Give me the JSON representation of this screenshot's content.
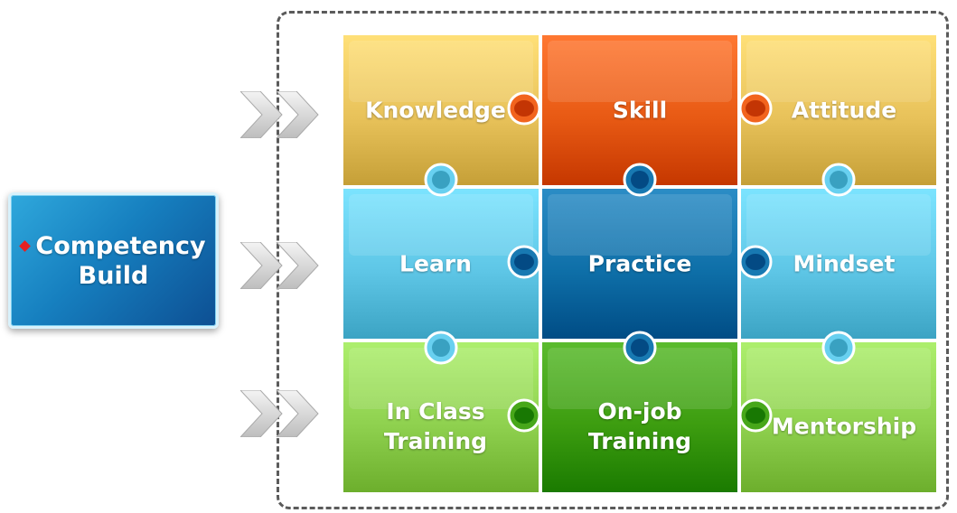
{
  "competency": {
    "line1": "Competency",
    "line2": "Build"
  },
  "arrows": [
    "chevron-arrow-icon",
    "chevron-arrow-icon",
    "chevron-arrow-icon"
  ],
  "grid": {
    "rows": [
      {
        "name": "top",
        "cells": [
          {
            "lines": [
              "Knowledge"
            ],
            "color": "#e8c25a"
          },
          {
            "lines": [
              "Skill"
            ],
            "color": "#e85a14"
          },
          {
            "lines": [
              "Attitude"
            ],
            "color": "#e8c25a"
          }
        ]
      },
      {
        "name": "middle",
        "cells": [
          {
            "lines": [
              "Learn"
            ],
            "color": "#5ec6e6"
          },
          {
            "lines": [
              "Practice"
            ],
            "color": "#0e6fa8"
          },
          {
            "lines": [
              "Mindset"
            ],
            "color": "#5ec6e6"
          }
        ]
      },
      {
        "name": "bottom",
        "cells": [
          {
            "lines": [
              "In Class",
              "Training"
            ],
            "color": "#8fd14f"
          },
          {
            "lines": [
              "On-job",
              "Training"
            ],
            "color": "#3d9d10"
          },
          {
            "lines": [
              "Mentorship"
            ],
            "color": "#8fd14f"
          }
        ]
      }
    ]
  }
}
